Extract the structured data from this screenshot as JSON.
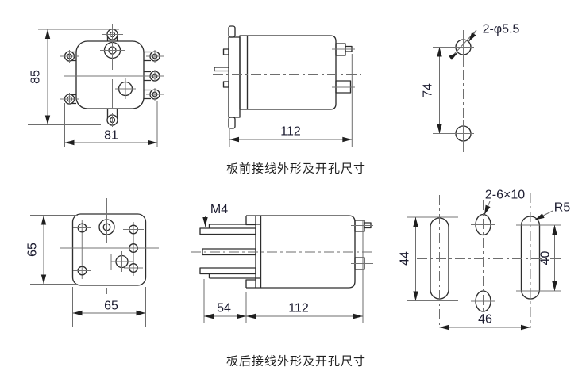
{
  "figure": {
    "front": {
      "caption": "板前接线外形及开孔尺寸",
      "plan_view": {
        "height_dim": "85",
        "width_dim": "81"
      },
      "side_view": {
        "length_dim": "112"
      },
      "drill_view": {
        "hole_label": "2-φ5.5",
        "pitch_dim": "74"
      }
    },
    "rear": {
      "caption": "板后接线外形及开孔尺寸",
      "plan_view": {
        "height_dim": "65",
        "width_dim": "65"
      },
      "side_view": {
        "thread_label": "M4",
        "stud_dim": "54",
        "length_dim": "112"
      },
      "drill_view": {
        "slot_label": "2-6×10",
        "radius_label": "R5",
        "left_pitch_dim": "44",
        "right_pitch_dim": "40",
        "span_dim": "46"
      }
    }
  },
  "colors": {
    "background": "#ffffff",
    "outline": "#2e2e2e",
    "thin_line": "#757575",
    "dim_text": "#1c1c30"
  }
}
